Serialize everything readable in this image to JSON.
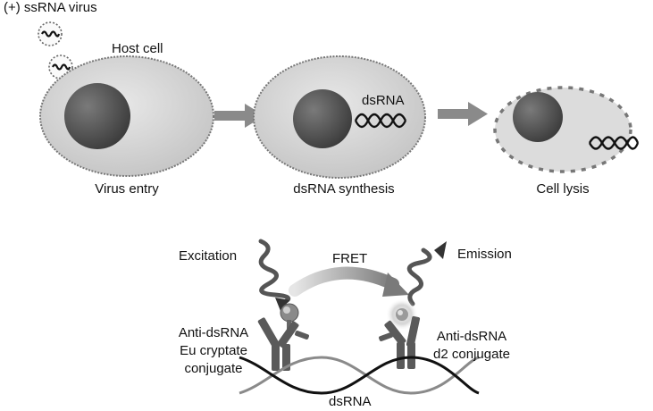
{
  "top": {
    "virus_label": "(+) ssRNA virus",
    "host_cell_label": "Host cell",
    "dsrna_label": "dsRNA",
    "stages": [
      "Virus entry",
      "dsRNA synthesis",
      "Cell lysis"
    ]
  },
  "bottom": {
    "excitation_label": "Excitation",
    "fret_label": "FRET",
    "emission_label": "Emission",
    "left_conjugate": [
      "Anti-dsRNA",
      "Eu cryptate",
      "conjugate"
    ],
    "right_conjugate": [
      "Anti-dsRNA",
      "d2 conjugate"
    ],
    "dsrna_label": "dsRNA"
  },
  "colors": {
    "cell_fill": "#d7d7d7",
    "nucleus": "#555555",
    "arrow": "#8a8a8a",
    "antibody": "#5a5a5a",
    "text": "#111111"
  }
}
